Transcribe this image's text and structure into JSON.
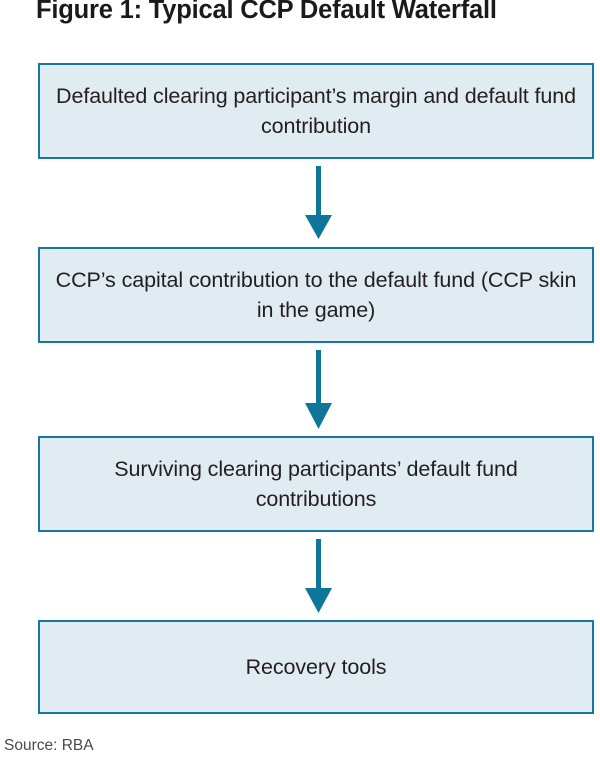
{
  "figure": {
    "title": "Figure 1: Typical CCP Default Waterfall",
    "source_note": "Source: RBA"
  },
  "colors": {
    "box_fill": "#e0ecf1",
    "box_border": "#17789f",
    "arrow": "#0e7799",
    "title_text": "#1a1a1a",
    "box_text": "#231f20",
    "source_text": "#4a4a4a",
    "page_background": "#ffffff"
  },
  "chart_data": {
    "type": "diagram",
    "diagram_kind": "flowchart-waterfall",
    "title": "Figure 1: Typical CCP Default Waterfall",
    "orientation": "top-to-bottom",
    "nodes": [
      {
        "id": "step-1",
        "order": 1,
        "label": "Defaulted clearing participant’s margin and default fund contribution",
        "lines": [
          "Defaulted clearing participant’s margin and",
          "default fund contribution"
        ]
      },
      {
        "id": "step-2",
        "order": 2,
        "label": "CCP’s capital contribution to the default fund (CCP skin in the game)",
        "lines": [
          "CCP’s capital contribution to the default fund",
          "(CCP skin in the game)"
        ]
      },
      {
        "id": "step-3",
        "order": 3,
        "label": "Surviving clearing participants’ default fund contributions",
        "lines": [
          "Surviving clearing participants’",
          "default fund contributions"
        ]
      },
      {
        "id": "step-4",
        "order": 4,
        "label": "Recovery tools",
        "lines": [
          "Recovery tools"
        ]
      }
    ],
    "edges": [
      {
        "id": "arrow-1",
        "from": "step-1",
        "to": "step-2",
        "style": "down-arrow"
      },
      {
        "id": "arrow-2",
        "from": "step-2",
        "to": "step-3",
        "style": "down-arrow"
      },
      {
        "id": "arrow-3",
        "from": "step-3",
        "to": "step-4",
        "style": "down-arrow"
      }
    ],
    "annotations": [
      "Source: RBA"
    ]
  }
}
